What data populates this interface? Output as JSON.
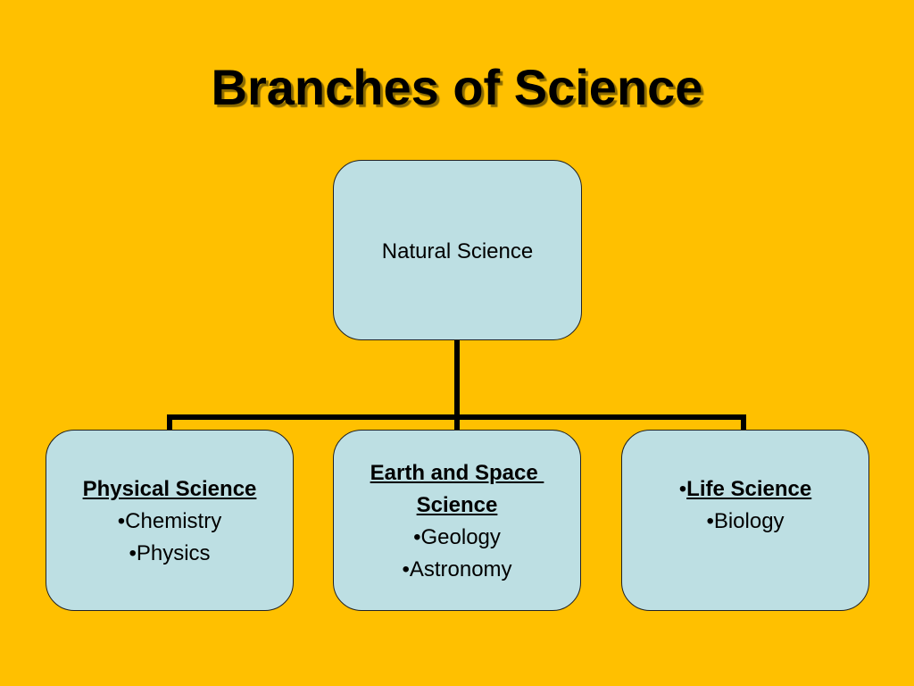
{
  "title": "Branches of Science",
  "colors": {
    "background": "#FFC000",
    "node_fill": "#BDDFE3",
    "connector": "#000000"
  },
  "root": {
    "label": "Natural Science"
  },
  "children": [
    {
      "heading": "Physical Science",
      "items": [
        "•Chemistry",
        "•Physics"
      ]
    },
    {
      "heading_line1": "Earth and Space ",
      "heading_line2": "Science",
      "items": [
        "•Geology",
        "•Astronomy"
      ]
    },
    {
      "bullet": "•",
      "heading": "Life Science",
      "items": [
        "•Biology"
      ]
    }
  ]
}
